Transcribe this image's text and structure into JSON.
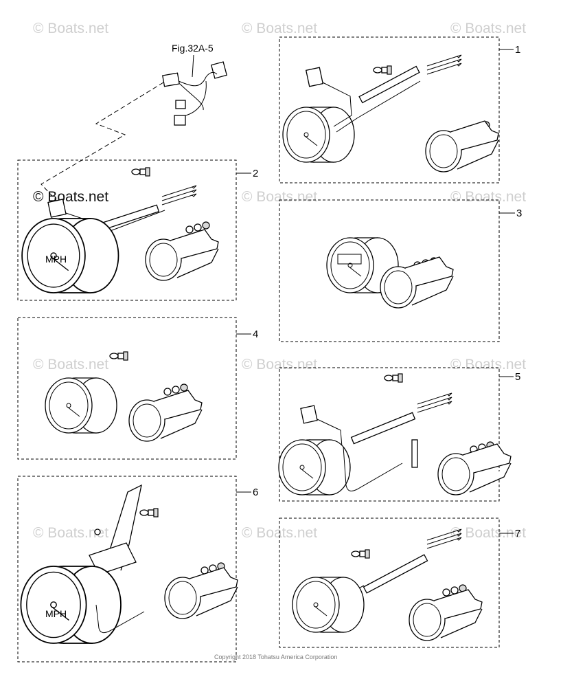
{
  "figure_reference": "Fig.32A-5",
  "watermark_text": "© Boats.net",
  "callouts": [
    "1",
    "2",
    "3",
    "4",
    "5",
    "6",
    "7"
  ],
  "copyright": "Copyright 2018 Tohatsu America Corporation",
  "gauge_face_text": {
    "speed_unit": "MPH"
  }
}
